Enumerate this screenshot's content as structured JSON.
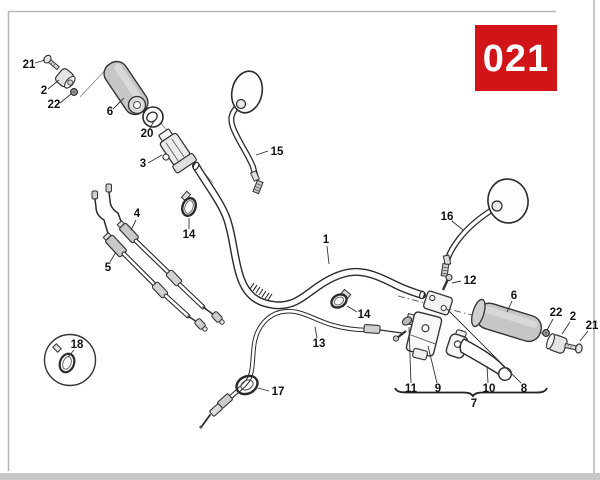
{
  "page": {
    "badge_label": "021",
    "badge_color": "#d01418",
    "background": "#ffffff",
    "frame_color": "#b9b9b9",
    "line_color": "#2a2a2a",
    "part_fill": "#c6c6c6"
  },
  "diagram": {
    "labels": [
      {
        "text": "21"
      },
      {
        "text": "2"
      },
      {
        "text": "22"
      },
      {
        "text": "6"
      },
      {
        "text": "20"
      },
      {
        "text": "3"
      },
      {
        "text": "15"
      },
      {
        "text": "4"
      },
      {
        "text": "14"
      },
      {
        "text": "5"
      },
      {
        "text": "1"
      },
      {
        "text": "16"
      },
      {
        "text": "12"
      },
      {
        "text": "13"
      },
      {
        "text": "14"
      },
      {
        "text": "17"
      },
      {
        "text": "18"
      },
      {
        "text": "6"
      },
      {
        "text": "22"
      },
      {
        "text": "2"
      },
      {
        "text": "21"
      },
      {
        "text": "11"
      },
      {
        "text": "9"
      },
      {
        "text": "10"
      },
      {
        "text": "8"
      },
      {
        "text": "7"
      }
    ]
  }
}
